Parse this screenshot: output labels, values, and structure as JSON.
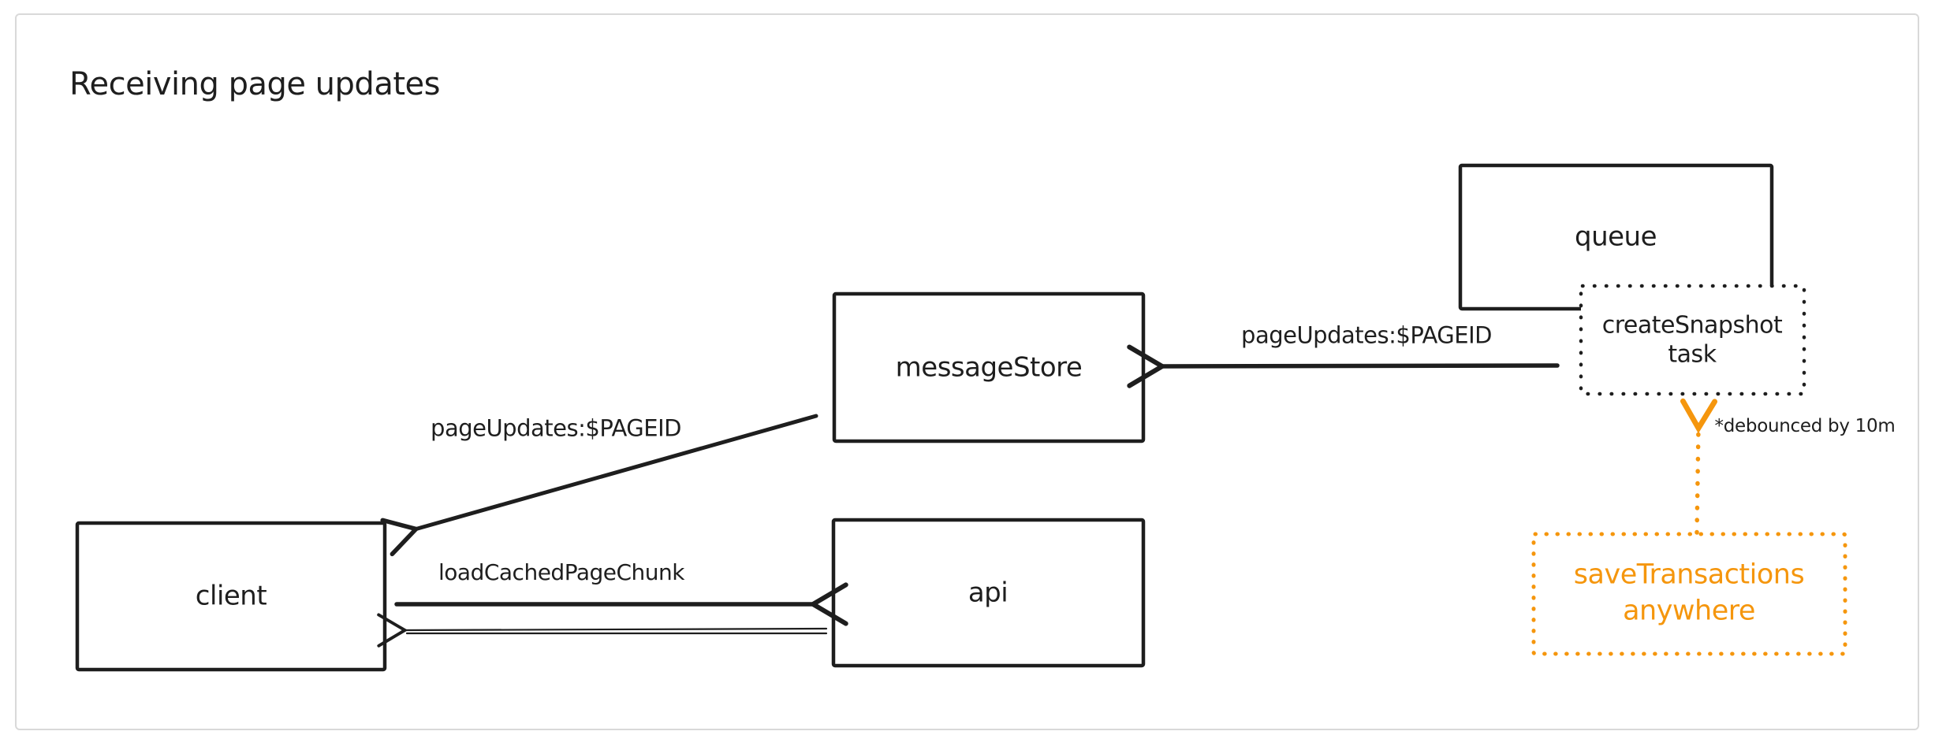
{
  "title": "Receiving page updates",
  "colors": {
    "stroke": "#1e1e1e",
    "orange": "#f5960d",
    "canvas_border": "#d9d9d9",
    "background": "#ffffff"
  },
  "nodes": {
    "queue": {
      "label": "queue"
    },
    "create_snapshot_task": {
      "line1": "createSnapshot",
      "line2": "task"
    },
    "message_store": {
      "label": "messageStore"
    },
    "client": {
      "label": "client"
    },
    "api": {
      "label": "api"
    },
    "save_transactions": {
      "line1": "saveTransactions",
      "line2": "anywhere"
    }
  },
  "edges": {
    "task_to_message_store": {
      "label": "pageUpdates:$PAGEID"
    },
    "message_store_to_client": {
      "label": "pageUpdates:$PAGEID"
    },
    "client_to_api": {
      "label": "loadCachedPageChunk"
    },
    "save_to_task": {
      "note": "*debounced by 10m"
    }
  }
}
